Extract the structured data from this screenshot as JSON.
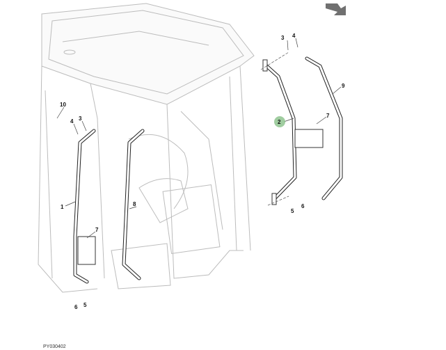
{
  "diagram": {
    "figure_id": "PY030402",
    "highlight_color": "#8fc48f",
    "arrow_color": "#707070",
    "callouts": {
      "left_10": "10",
      "left_4": "4",
      "left_3": "3",
      "left_1": "1",
      "left_8": "8",
      "left_7": "7",
      "left_6": "6",
      "left_5": "5",
      "right_3": "3",
      "right_4": "4",
      "right_2": "2",
      "right_7": "7",
      "right_9": "9",
      "right_5": "5",
      "right_6": "6"
    }
  }
}
